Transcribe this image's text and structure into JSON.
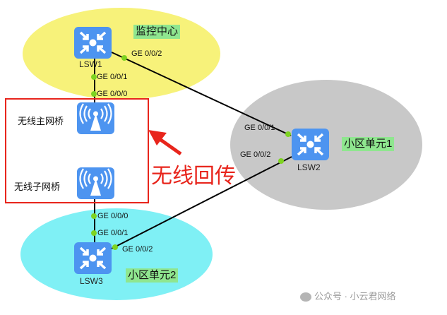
{
  "zones": [
    {
      "label": "监控中心",
      "color": "#f7f27a"
    },
    {
      "label": "小区单元1",
      "color": "#c8c8c8"
    },
    {
      "label": "小区单元2",
      "color": "#7ff0f5"
    }
  ],
  "devices": {
    "lsw1": "LSW1",
    "lsw2": "LSW2",
    "lsw3": "LSW3",
    "ap_root": "无线主网桥",
    "ap_sub": "无线子网桥"
  },
  "ports": {
    "lsw1_g2": "GE 0/0/2",
    "lsw1_g1": "GE 0/0/1",
    "ap_root_g0": "GE 0/0/0",
    "lsw2_g1": "GE 0/0/1",
    "lsw2_g2": "GE 0/0/2",
    "ap_sub_g0": "GE 0/0/0",
    "lsw3_g1": "GE 0/0/1",
    "lsw3_g2": "GE 0/0/2"
  },
  "annotation": "无线回传",
  "watermark": "公众号 · 小云君网络",
  "colors": {
    "device": "#4d94f0",
    "port_dot": "#7ed321",
    "highlight": "#e8251c"
  }
}
